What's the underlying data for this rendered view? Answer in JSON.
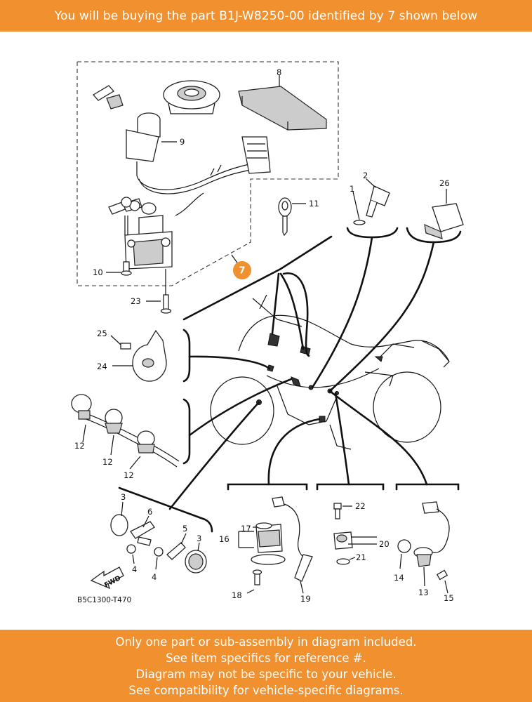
{
  "header": {
    "text": "You will be buying the part B1J-W8250-00 identified by 7 shown below"
  },
  "highlight": {
    "number": "7",
    "color": "#f0902f"
  },
  "callouts": {
    "c1": "1",
    "c2": "2",
    "c3a": "3",
    "c3b": "3",
    "c4a": "4",
    "c4b": "4",
    "c5": "5",
    "c6": "6",
    "c8": "8",
    "c9": "9",
    "c10": "10",
    "c11": "11",
    "c12a": "12",
    "c12b": "12",
    "c12c": "12",
    "c13": "13",
    "c14": "14",
    "c15": "15",
    "c16": "16",
    "c17": "17",
    "c18": "18",
    "c19": "19",
    "c20": "20",
    "c21": "21",
    "c22": "22",
    "c23": "23",
    "c24": "24",
    "c25": "25",
    "c26": "26"
  },
  "fwd_label": "FWD",
  "diagram_code": "B5C1300-T470",
  "footer": {
    "lines": [
      "Only one part or sub-assembly in diagram included.",
      "See item specifics for reference #.",
      "Diagram may not be specific to your vehicle.",
      "See compatibility for vehicle-specific diagrams."
    ]
  },
  "colors": {
    "banner": "#f0902f",
    "banner_text": "#ffffff"
  }
}
